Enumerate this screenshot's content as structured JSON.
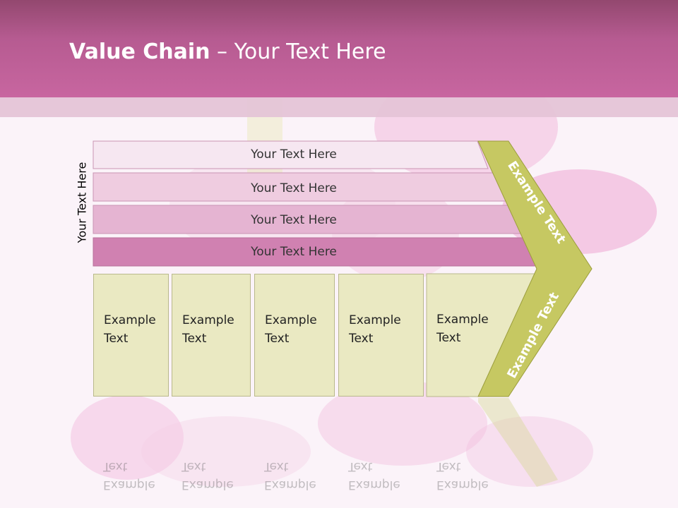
{
  "header": {
    "title_bold": "Value Chain",
    "title_rest": " – Your Text Here"
  },
  "side_label": "Your Text Here",
  "bars": [
    {
      "label": "Your Text Here",
      "color": "#f6e7f1"
    },
    {
      "label": "Your Text Here",
      "color": "#efcce0"
    },
    {
      "label": "Your Text Here",
      "color": "#e5b4d2"
    },
    {
      "label": "Your Text Here",
      "color": "#d081b1"
    }
  ],
  "boxes": [
    {
      "line1": "Example",
      "line2": "Text"
    },
    {
      "line1": "Example",
      "line2": "Text"
    },
    {
      "line1": "Example",
      "line2": "Text"
    },
    {
      "line1": "Example",
      "line2": "Text"
    },
    {
      "line1": "Example",
      "line2": "Text"
    }
  ],
  "chevron": {
    "upper_label": "Example Text",
    "lower_label": "Example Text",
    "color": "#c6c862"
  },
  "colors": {
    "header": "#c866a0",
    "box_fill": "#eae9c2"
  }
}
